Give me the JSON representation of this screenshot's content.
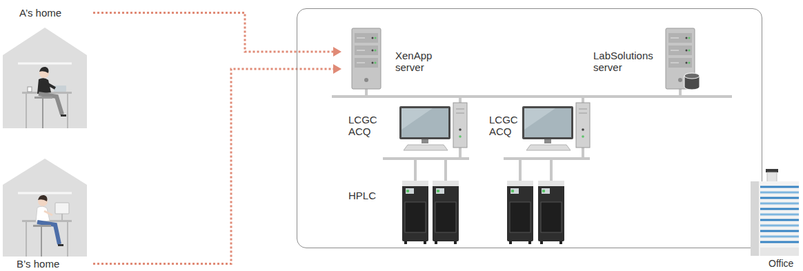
{
  "diagram": {
    "nodes": [
      {
        "text": [
          "A’s home"
        ]
      },
      {
        "text": [
          "B’s home"
        ]
      },
      {
        "text": [
          "Office"
        ]
      },
      {
        "text": [
          "XenApp server"
        ],
        "in": 2
      },
      {
        "text": [
          "LabSolutions server"
        ],
        "in": 2
      },
      {
        "text": [
          "LCGC ACQ"
        ],
        "in": 2
      },
      {
        "text": [
          "LCGC ACQ"
        ],
        "in": 2
      }
    ],
    "edges": [
      {
        "from": 0,
        "to": 3,
        "arrow": "to"
      },
      {
        "from": 1,
        "to": 3,
        "arrow": "to"
      }
    ],
    "labels": [
      "HPLC"
    ]
  }
}
